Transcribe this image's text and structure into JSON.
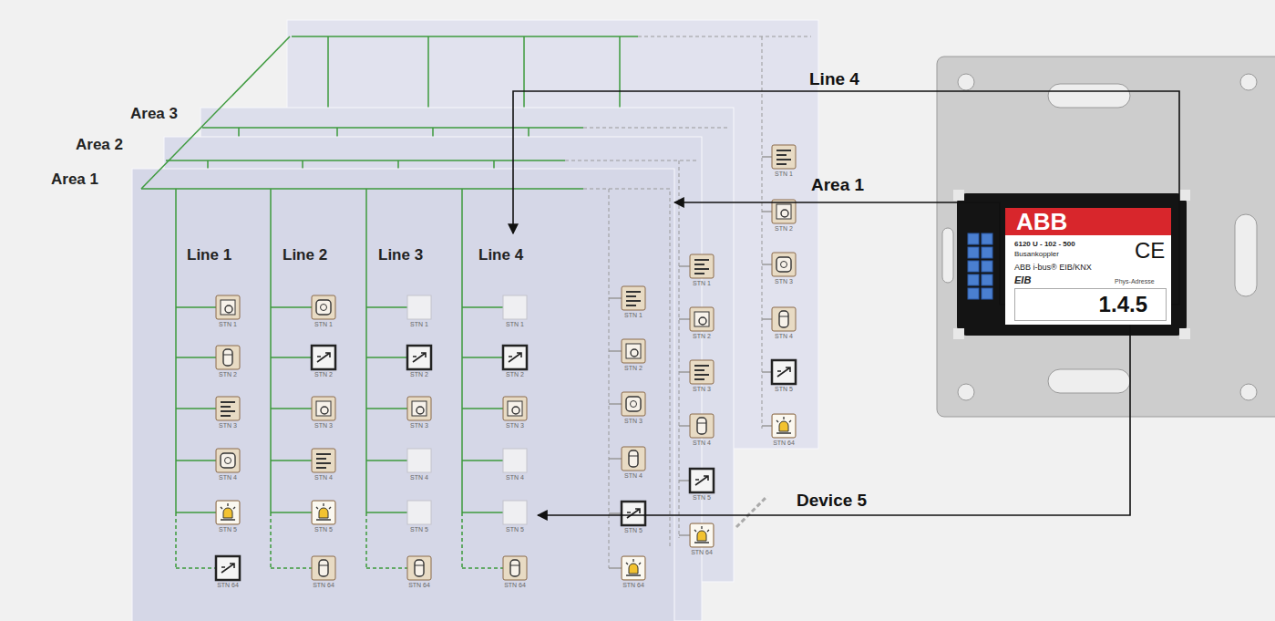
{
  "diagram": {
    "nodes": [
      {
        "text": [
          "Area 3"
        ]
      },
      {
        "text": [
          "Area 2"
        ]
      },
      {
        "text": [
          "Area 1"
        ]
      },
      {
        "text": [
          "ABB",
          "6120 U - 102 - 500",
          "Busankoppler",
          "ABB i-bus® EIB/KNX",
          "EIB",
          "Phys-Adresse",
          "CE"
        ]
      },
      {
        "text": [
          "1.4.5"
        ],
        "in": 3
      }
    ],
    "edges": [
      {
        "from": 4,
        "to": 2,
        "arrow": "to",
        "label": "Area 1"
      }
    ],
    "labels": [
      "Line 1",
      "Line 2",
      "Line 3",
      "Line 4",
      "Line 4",
      "Device 5",
      "STN 1",
      "STN 2",
      "STN 3",
      "STN 4",
      "STN 5",
      "STN 64",
      "STN 1",
      "STN 2",
      "STN 3",
      "STN 4",
      "STN 5",
      "STN 64",
      "STN 1",
      "STN 2",
      "STN 3",
      "STN 4",
      "STN 5",
      "STN 64",
      "STN 1",
      "STN 2",
      "STN 3",
      "STN 4",
      "STN 5",
      "STN 64",
      "STN 1",
      "STN 2",
      "STN 3",
      "STN 4",
      "STN 5",
      "STN 64",
      "STN 1",
      "STN 2",
      "STN 3",
      "STN 4",
      "STN 5",
      "STN 64",
      "STN 1",
      "STN 2",
      "STN 3",
      "STN 4",
      "STN 5",
      "STN 64"
    ]
  }
}
